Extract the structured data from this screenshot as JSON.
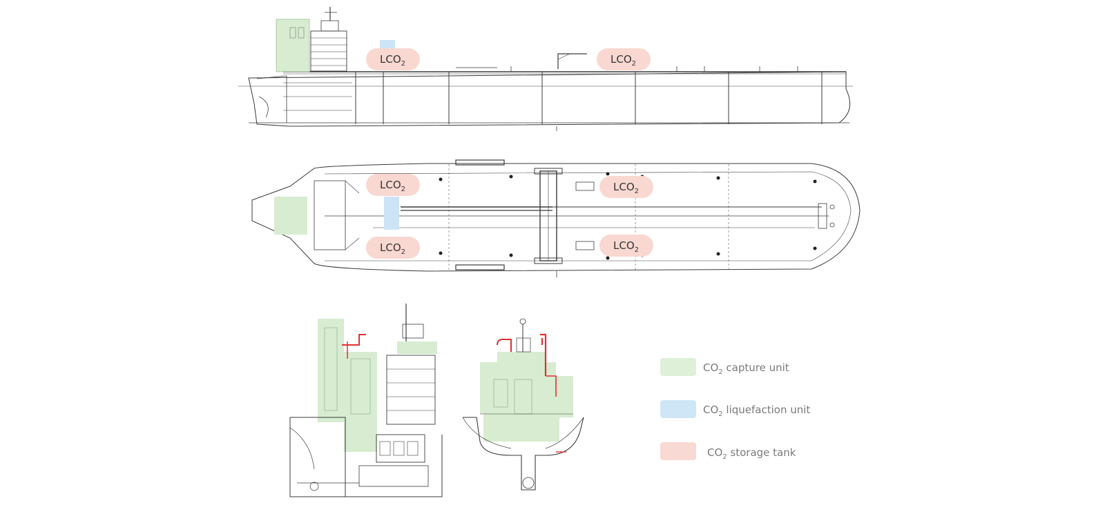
{
  "tank_label": {
    "main": "LCO",
    "sub": "2"
  },
  "legend": {
    "items": [
      {
        "prefix": "CO",
        "sub": "2",
        "text": " capture unit",
        "color": "#dff0d8"
      },
      {
        "prefix": "CO",
        "sub": "2",
        "text": " liquefaction unit",
        "color": "#cfe6f6"
      },
      {
        "prefix": "CO",
        "sub": "2",
        "text": " storage tank",
        "color": "#f9d9d3"
      }
    ]
  },
  "colors": {
    "line": "#3a3a3a",
    "capture": "#d7ecd0",
    "liquefaction": "#cce4f5",
    "storage": "#f8d8d1",
    "piping_red": "#e03030"
  }
}
